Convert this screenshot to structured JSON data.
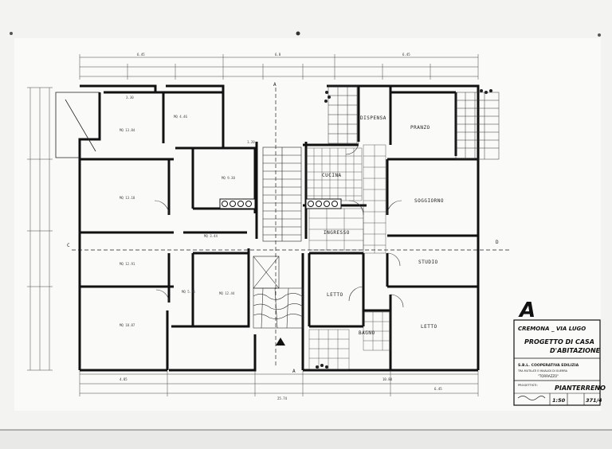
{
  "rooms": {
    "dispensa": "DISPENSA",
    "pranzo": "PRANZO",
    "cucina": "CUCINA",
    "soggiorno": "SOGGIORNO",
    "ingresso": "INGRESSO",
    "studio": "STUDIO",
    "letto_center": "LETTO",
    "letto_right": "LETTO",
    "bagno": "BAGNO"
  },
  "section_marks": {
    "a_top": "A",
    "a_bottom": "A",
    "c": "C",
    "d": "D"
  },
  "title_block": {
    "sheet_letter": "A",
    "location": "CREMONA _ VIA LUGO",
    "project_line1": "PROGETTO DI CASA",
    "project_line2": "D'ABITAZIONE",
    "coop": "S.B.L. COOPERATIVA EDILIZIA",
    "coop_sub": "TRA MUTILATI E INVALIDI DI GUERRA",
    "coop_name": "\"TORRAZZO\"",
    "designers_label": "PROGETTISTI:",
    "floor": "PIANTERRENO",
    "scale": "1:50",
    "sheet_no": "371/4"
  },
  "dimensions": {
    "top_left": "6.45",
    "top_mid": "6.8",
    "top_right": "6.45",
    "bottom_left": "4.85",
    "bottom_mid": "10.80",
    "bottom_right": "6.45",
    "overall": "25.74"
  }
}
